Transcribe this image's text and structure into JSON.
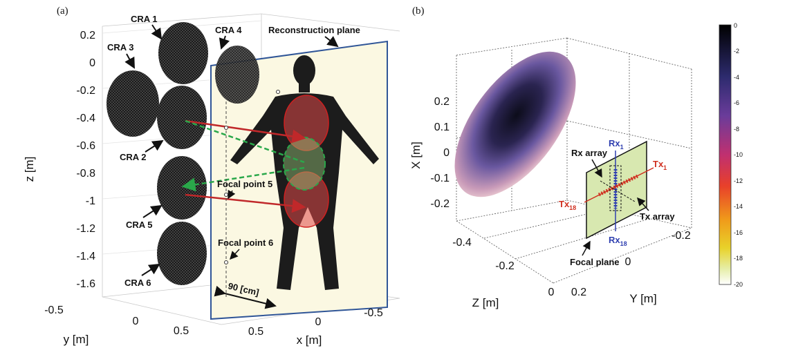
{
  "panel_a": {
    "panel_label": "(a)",
    "cra_labels": [
      "CRA 1",
      "CRA 2",
      "CRA 3",
      "CRA 4",
      "CRA 5",
      "CRA 6"
    ],
    "reconstruction_plane": "Reconstruction plane",
    "focal_point_5": "Focal point 5",
    "focal_point_6": "Focal point 6",
    "distance": "90 [cm]",
    "z_ticks": [
      "0.2",
      "0",
      "-0.2",
      "-0.4",
      "-0.6",
      "-0.8",
      "-1",
      "-1.2",
      "-1.4",
      "-1.6"
    ],
    "z_label": "z [m]",
    "y_ticks": [
      "-0.5",
      "0",
      "0.5"
    ],
    "y_label": "y [m]",
    "x_ticks": [
      "0.5",
      "0",
      "-0.5"
    ],
    "x_label": "x [m]"
  },
  "panel_b": {
    "panel_label": "(b)",
    "x_ticks": [
      "0.2",
      "0.1",
      "0",
      "-0.1",
      "-0.2"
    ],
    "x_label": "X [m]",
    "z_ticks": [
      "-0.4",
      "-0.2",
      "0"
    ],
    "z_label": "Z [m]",
    "y_ticks": [
      "0.2",
      "0",
      "-0.2"
    ],
    "y_label": "Y [m]",
    "rx_array": "Rx array",
    "tx_array": "Tx array",
    "rx1": "Rx",
    "rx1_sub": "1",
    "rx18": "Rx",
    "rx18_sub": "18",
    "tx1": "Tx",
    "tx1_sub": "1",
    "tx18": "Tx",
    "tx18_sub": "18",
    "focal_plane": "Focal plane",
    "colorbar_ticks": [
      "0",
      "-2",
      "-4",
      "-6",
      "-8",
      "-10",
      "-12",
      "-14",
      "-16",
      "-18",
      "-20"
    ]
  },
  "colors": {
    "cra_fill": "#2b2b2b",
    "plane_fill": "#fbf8e2",
    "plane_border": "#2f5597",
    "red_arrow": "#c0282a",
    "green_dash": "#2aa84a",
    "red_ellipse": "#e04848",
    "focal_plane_fill": "#d8e8b0",
    "rx_color": "#3040b0",
    "tx_color": "#d03020"
  }
}
